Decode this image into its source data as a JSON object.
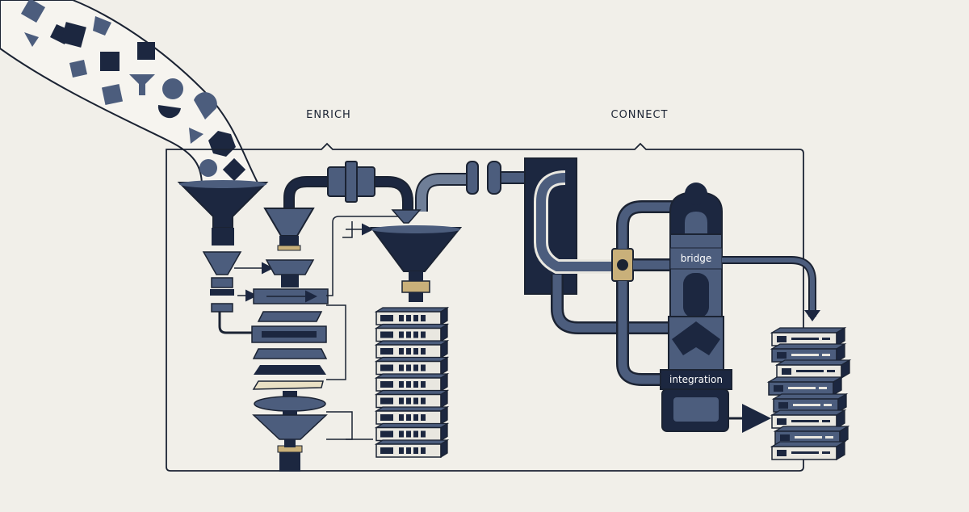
{
  "sections": {
    "enrich": "ENRICH",
    "connect": "CONNECT"
  },
  "labels": {
    "bridge": "bridge",
    "integration": "integration"
  },
  "colors": {
    "background": "#f1efe9",
    "navy": "#1c2740",
    "slate": "#4c5d7d",
    "ink": "#1b2333",
    "gold": "#c9b07a",
    "pale": "#e9e7e0"
  },
  "shapes_in_stream": [
    "square-icon",
    "diamond-icon",
    "hexagon-icon",
    "circle-icon",
    "triangle-icon",
    "funnel-icon",
    "half-circle-icon"
  ]
}
